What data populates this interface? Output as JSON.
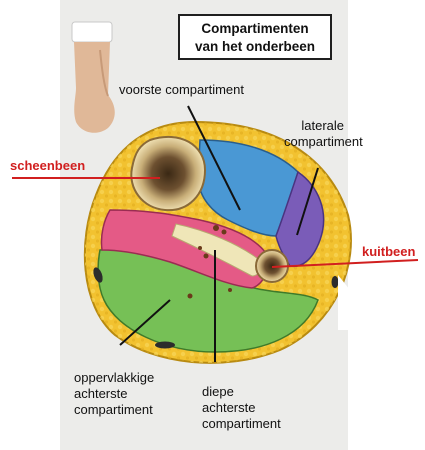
{
  "title": {
    "line1": "Compartimenten",
    "line2": "van het onderbeen"
  },
  "labels": {
    "anterior": "voorste compartiment",
    "lateral_line1": "laterale",
    "lateral_line2": "compartiment",
    "tibia": "scheenbeen",
    "fibula": "kuitbeen",
    "superficial_line1": "oppervlakkige",
    "superficial_line2": "achterste",
    "superficial_line3": "compartiment",
    "deep_line1": "diepe",
    "deep_line2": "achterste",
    "deep_line3": "compartiment"
  },
  "colors": {
    "skin_fat": "#f2c230",
    "anterior": "#4a98d4",
    "lateral": "#7a5cb8",
    "deep_posterior": "#e45a86",
    "superficial_posterior": "#76c056",
    "tendon": "#efe6b8",
    "bone": "#e6d09a",
    "marrow": "#4a3620",
    "pointer_red": "#d11f1f"
  }
}
